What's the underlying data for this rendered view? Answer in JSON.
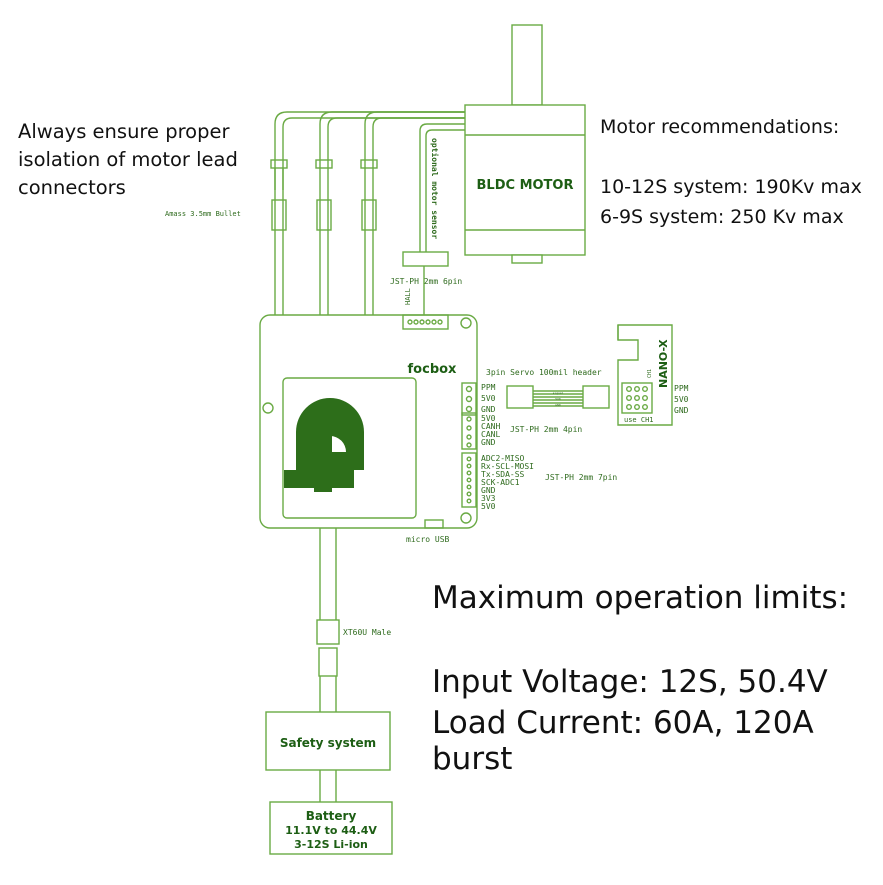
{
  "colors": {
    "line": "#6aaa44",
    "line_dark": "#3a7a22",
    "text_green": "#1d5e14",
    "label": "#2f6b1e",
    "logo": "#2d6e1a"
  },
  "notes": {
    "isolation": "Always ensure proper\nisolation of motor lead\nconnectors",
    "motor_title": "Motor recommendations:",
    "motor_line1": "10-12S system: 190Kv max",
    "motor_line2": "6-9S system: 250 Kv max"
  },
  "limits": {
    "title": "Maximum operation limits:",
    "voltage": "Input Voltage: 12S, 50.4V",
    "current": "Load Current: 60A, 120A burst"
  },
  "labels": {
    "motor": "BLDC MOTOR",
    "motor_sensor": "optional motor sensor",
    "bullet": "Amass 3.5mm Bullet",
    "jst6": "JST-PH 2mm 6pin",
    "hall": "HALL",
    "board": "focbox",
    "servo_header": "3pin Servo 100mil header",
    "jst4": "JST-PH 2mm 4pin",
    "jst7": "JST-PH 2mm 7pin",
    "usb": "micro USB",
    "xt60": "XT60U Male",
    "safety": "Safety system",
    "battery": "Battery",
    "battery_v": "11.1V to 44.4V",
    "battery_c": "3-12S Li-ion",
    "nano": "NANO-X",
    "use_ch1": "use CH1",
    "ch1": "CH1",
    "ppm_pins": [
      "PPM",
      "5V0",
      "GND"
    ],
    "can_pins": [
      "5V0",
      "CANH",
      "CANL",
      "GND"
    ],
    "comm_pins": [
      "ADC2-MISO",
      "Rx-SCL-MOSI",
      "Tx-SDA-SS",
      "SCK-ADC1",
      "GND",
      "3V3",
      "5V0"
    ],
    "nano_pins": [
      "PPM",
      "5V0",
      "GND"
    ],
    "servo_wires": [
      "signal",
      "5V0",
      "GND"
    ]
  }
}
